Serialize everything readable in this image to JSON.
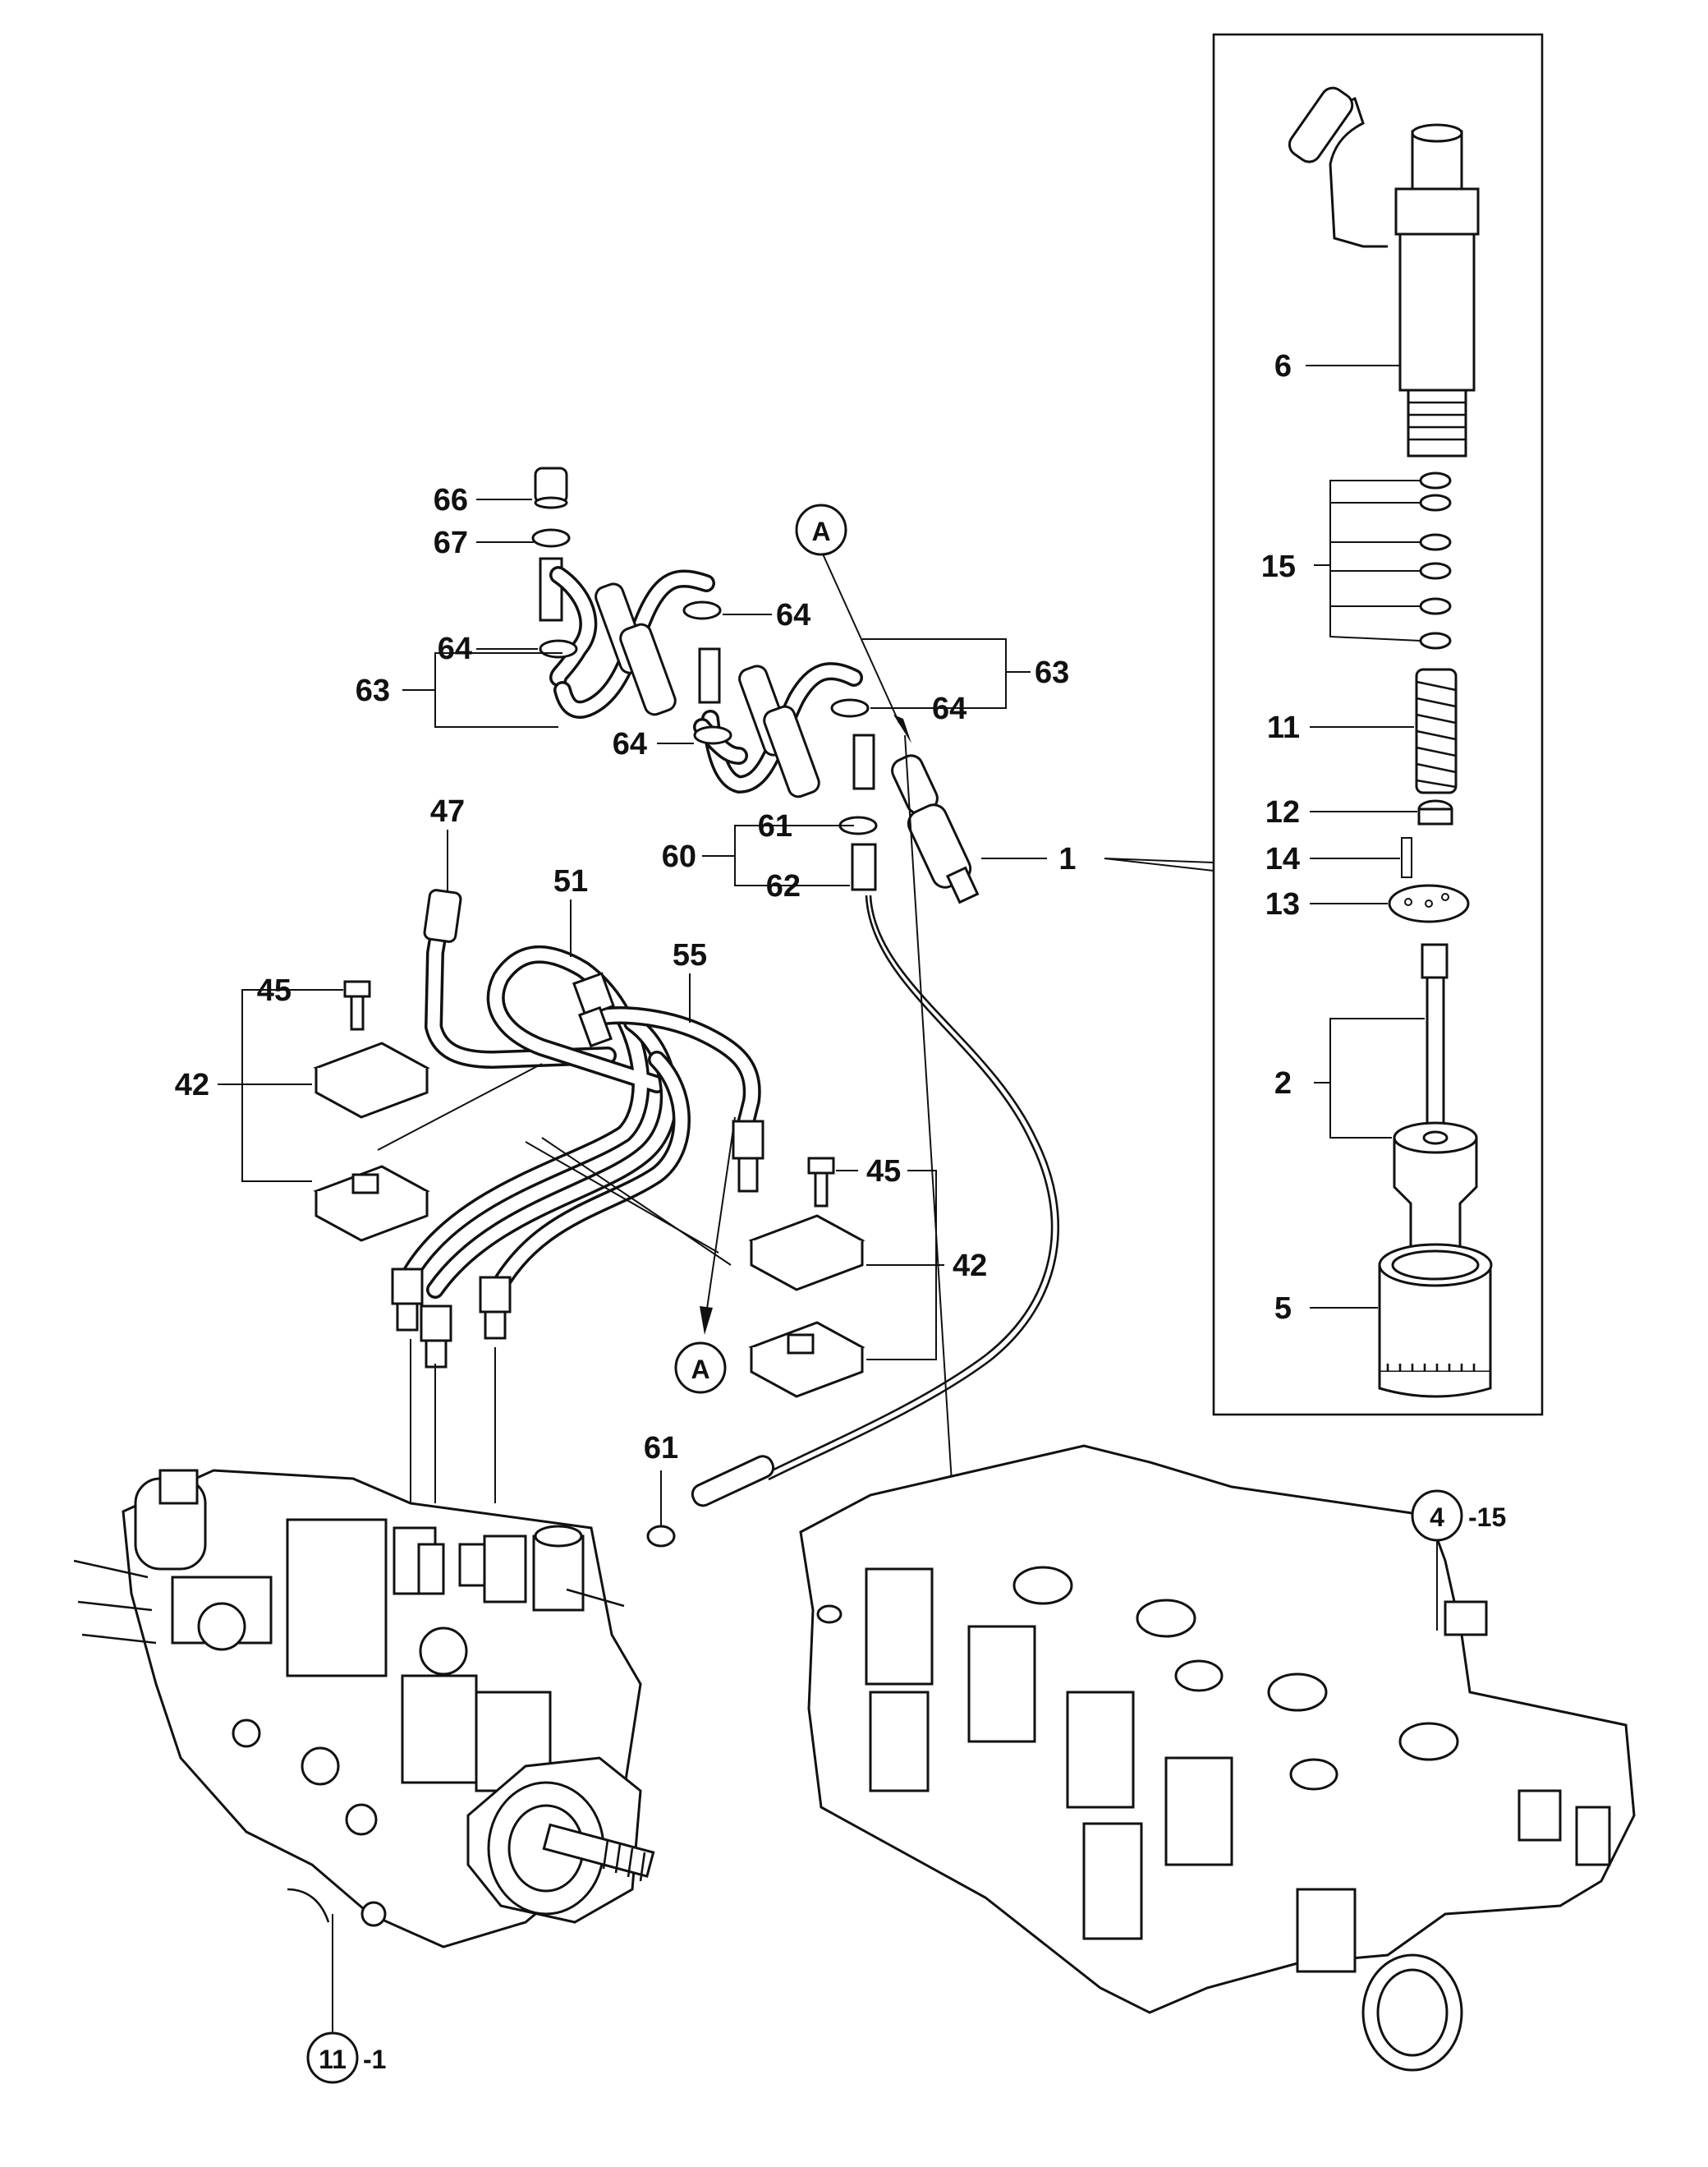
{
  "callouts": {
    "c1": "1",
    "c2": "2",
    "c5": "5",
    "c6": "6",
    "c11": "11",
    "c12": "12",
    "c13": "13",
    "c14": "14",
    "c15": "15",
    "c42a": "42",
    "c42b": "42",
    "c45a": "45",
    "c45b": "45",
    "c47": "47",
    "c51": "51",
    "c55": "55",
    "c60": "60",
    "c61a": "61",
    "c61b": "61",
    "c62": "62",
    "c63a": "63",
    "c63b": "63",
    "c64a": "64",
    "c64b": "64",
    "c64c": "64",
    "c64d": "64",
    "c66": "66",
    "c67": "67"
  },
  "refs": {
    "markerA1": "A",
    "markerA2": "A",
    "pump_group": "11",
    "pump_suffix": "-1",
    "head_group": "4",
    "head_suffix": "-15"
  }
}
